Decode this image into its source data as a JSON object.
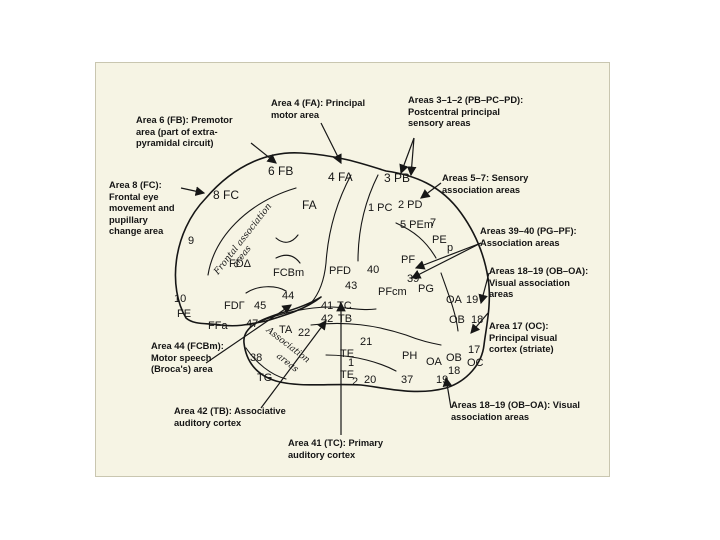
{
  "annotations": {
    "area6": "Area 6 (FB): Premotor\narea (part of extra-\npyramidal circuit)",
    "area4": "Area 4 (FA): Principal\nmotor area",
    "area312": "Areas 3–1–2 (PB–PC–PD):\nPostcentral principal\nsensory areas",
    "area8": "Area 8 (FC):\nFrontal eye\nmovement and\npupillary\nchange area",
    "area57": "Areas 5–7: Sensory\nassociation areas",
    "area3940": "Areas 39–40 (PG–PF):\nAssociation areas",
    "area1819a": "Areas 18–19 (OB–OA):\nVisual association\nareas",
    "area17": "Area 17 (OC):\nPrincipal visual\ncortex (striate)",
    "area44": "Area 44 (FCBm):\nMotor speech\n(Broca's) area",
    "area1819b": "Areas 18–19 (OB–OA): Visual\nassociation areas",
    "area42": "Area 42 (TB): Associative\nauditory cortex",
    "area41": "Area 41 (TC): Primary\nauditory cortex"
  },
  "codes": {
    "fb6": "6 FB",
    "fa4": "4 FA",
    "pb3": "3 PB",
    "fc8": "8 FC",
    "fa": "FA",
    "pc1": "1 PC",
    "pd2": "2 PD",
    "pem5": "5 PEm",
    "seven": "7",
    "pe": "PE",
    "p": "p",
    "nine": "9",
    "fd": "FDΔ",
    "fcbm": "FCBm",
    "pfd": "PFD",
    "forty": "40",
    "pf": "PF",
    "thirtynine": "39",
    "fortythree": "43",
    "pfcm": "PFcm",
    "pg": "PG",
    "oa19": "OA",
    "n19": "19",
    "ob18": "OB",
    "n18": "18",
    "ten": "10",
    "fe": "FE",
    "fdg": "FDΓ",
    "fortyfive": "45",
    "fortyfour": "44",
    "fortyone": "41",
    "tc": "TC",
    "fortytwo": "42",
    "tb": "TB",
    "ffa": "FFa",
    "fortyseven": "47",
    "ta": "TA",
    "twentytwo": "22",
    "twentyone": "21",
    "te1": "TE",
    "te1sub": "1",
    "ph": "PH",
    "oa2": "OA",
    "ob2": "OB",
    "n17a": "17",
    "n18b": "18",
    "oc": "OC",
    "thirtyeight": "38",
    "tg": "TG",
    "te2": "TE",
    "te2sub": "2",
    "twenty": "20",
    "thirtyseven": "37",
    "n19b": "19"
  },
  "association": {
    "frontal": "Frontal association",
    "areas": "areas",
    "temporal": "Association",
    "temporal2": "areas"
  }
}
